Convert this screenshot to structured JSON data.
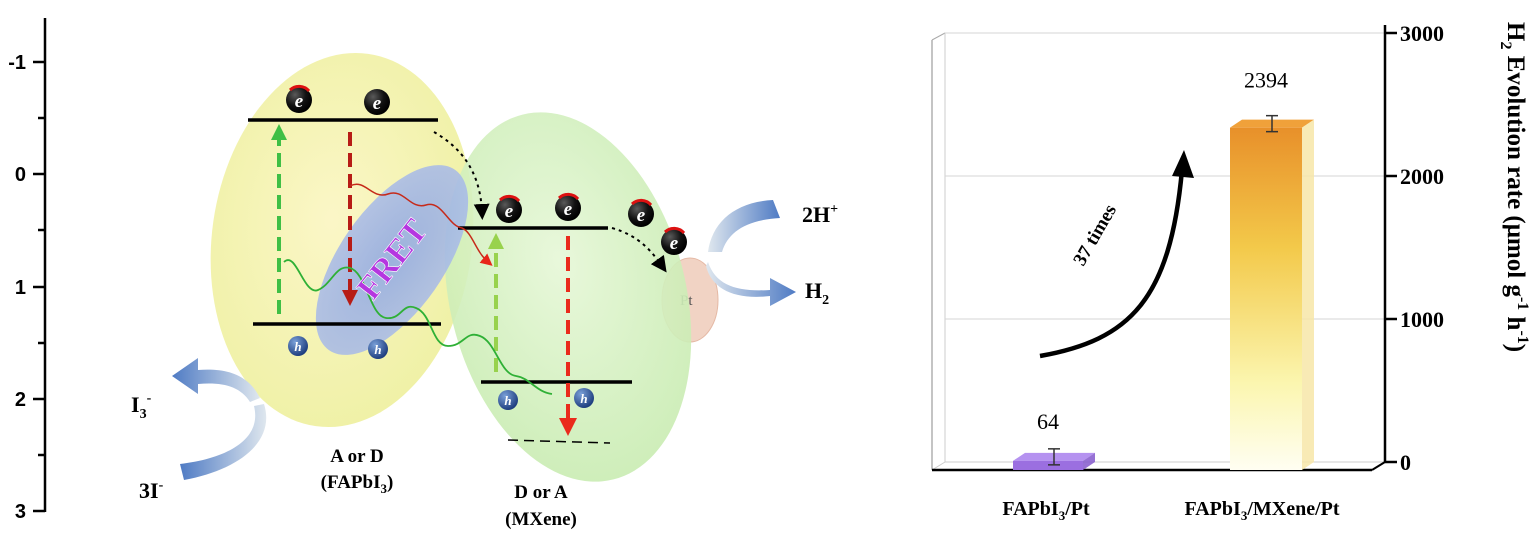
{
  "energy_axis": {
    "ticks": [
      "-1",
      "0",
      "1",
      "2",
      "3"
    ]
  },
  "diagram": {
    "left_label_line1": "A or D",
    "left_label_line2": "(FAPbI",
    "left_label_sub": "3",
    "left_label_end": ")",
    "right_label_line1": "D or A",
    "right_label_line2": "(MXene)",
    "fret_label": "FRET",
    "electron_symbol": "e",
    "hole_symbol": "h",
    "pt_label": "Pt",
    "proton_label": "2H",
    "proton_sup": "+",
    "h2_label": "H",
    "h2_sub": "2",
    "i3_label": "I",
    "i3_sub": "3",
    "i3_sup": "-",
    "iodide_label": "3I",
    "iodide_sup": "-"
  },
  "chart_data": {
    "type": "bar",
    "categories": [
      "FAPbI3/Pt",
      "FAPbI3/MXene/Pt"
    ],
    "category_display": [
      {
        "a": "FAPbI",
        "sub": "3",
        "b": "/Pt"
      },
      {
        "a": "FAPbI",
        "sub": "3",
        "b": "/MXene/Pt"
      }
    ],
    "values": [
      64,
      2394
    ],
    "value_labels": [
      "64",
      "2394"
    ],
    "ylabel": {
      "a": "H",
      "sub": "2",
      "b": " Evolution rate (μmol g",
      "sup1": "-1",
      "c": " h",
      "sup2": "-1",
      "d": ")"
    },
    "yticks": [
      0,
      1000,
      2000,
      3000
    ],
    "ytick_labels": [
      "0",
      "1000",
      "2000",
      "3000"
    ],
    "ylim": [
      0,
      3000
    ],
    "annotation": "37 times",
    "colors": {
      "bar1": "#9b6fe0",
      "bar2_top": "#e8932a",
      "bar2_bottom": "#fffde0"
    }
  }
}
